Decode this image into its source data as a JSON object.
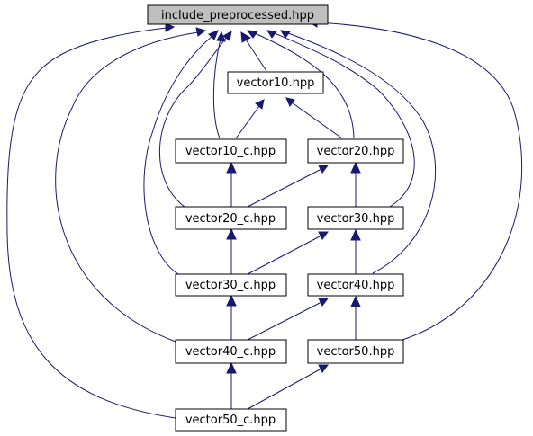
{
  "graph": {
    "nodes": {
      "include_preprocessed": "include_preprocessed.hpp",
      "vector10": "vector10.hpp",
      "vector10_c": "vector10_c.hpp",
      "vector20": "vector20.hpp",
      "vector20_c": "vector20_c.hpp",
      "vector30": "vector30.hpp",
      "vector30_c": "vector30_c.hpp",
      "vector40": "vector40.hpp",
      "vector40_c": "vector40_c.hpp",
      "vector50": "vector50.hpp",
      "vector50_c": "vector50_c.hpp"
    },
    "edges": [
      {
        "from": "vector10",
        "to": "include_preprocessed"
      },
      {
        "from": "vector10_c",
        "to": "include_preprocessed"
      },
      {
        "from": "vector20",
        "to": "include_preprocessed"
      },
      {
        "from": "vector20_c",
        "to": "include_preprocessed"
      },
      {
        "from": "vector30",
        "to": "include_preprocessed"
      },
      {
        "from": "vector30_c",
        "to": "include_preprocessed"
      },
      {
        "from": "vector40",
        "to": "include_preprocessed"
      },
      {
        "from": "vector40_c",
        "to": "include_preprocessed"
      },
      {
        "from": "vector50",
        "to": "include_preprocessed"
      },
      {
        "from": "vector50_c",
        "to": "include_preprocessed"
      },
      {
        "from": "vector10_c",
        "to": "vector10"
      },
      {
        "from": "vector20",
        "to": "vector10"
      },
      {
        "from": "vector20_c",
        "to": "vector10_c"
      },
      {
        "from": "vector20_c",
        "to": "vector20"
      },
      {
        "from": "vector30",
        "to": "vector20"
      },
      {
        "from": "vector30_c",
        "to": "vector20_c"
      },
      {
        "from": "vector30_c",
        "to": "vector30"
      },
      {
        "from": "vector40",
        "to": "vector30"
      },
      {
        "from": "vector40_c",
        "to": "vector30_c"
      },
      {
        "from": "vector40_c",
        "to": "vector40"
      },
      {
        "from": "vector50",
        "to": "vector40"
      },
      {
        "from": "vector50_c",
        "to": "vector40_c"
      },
      {
        "from": "vector50_c",
        "to": "vector50"
      }
    ],
    "colors": {
      "edge": "#191970",
      "root_fill": "#bfbfbf",
      "node_fill": "#ffffff",
      "border": "#000000"
    }
  }
}
